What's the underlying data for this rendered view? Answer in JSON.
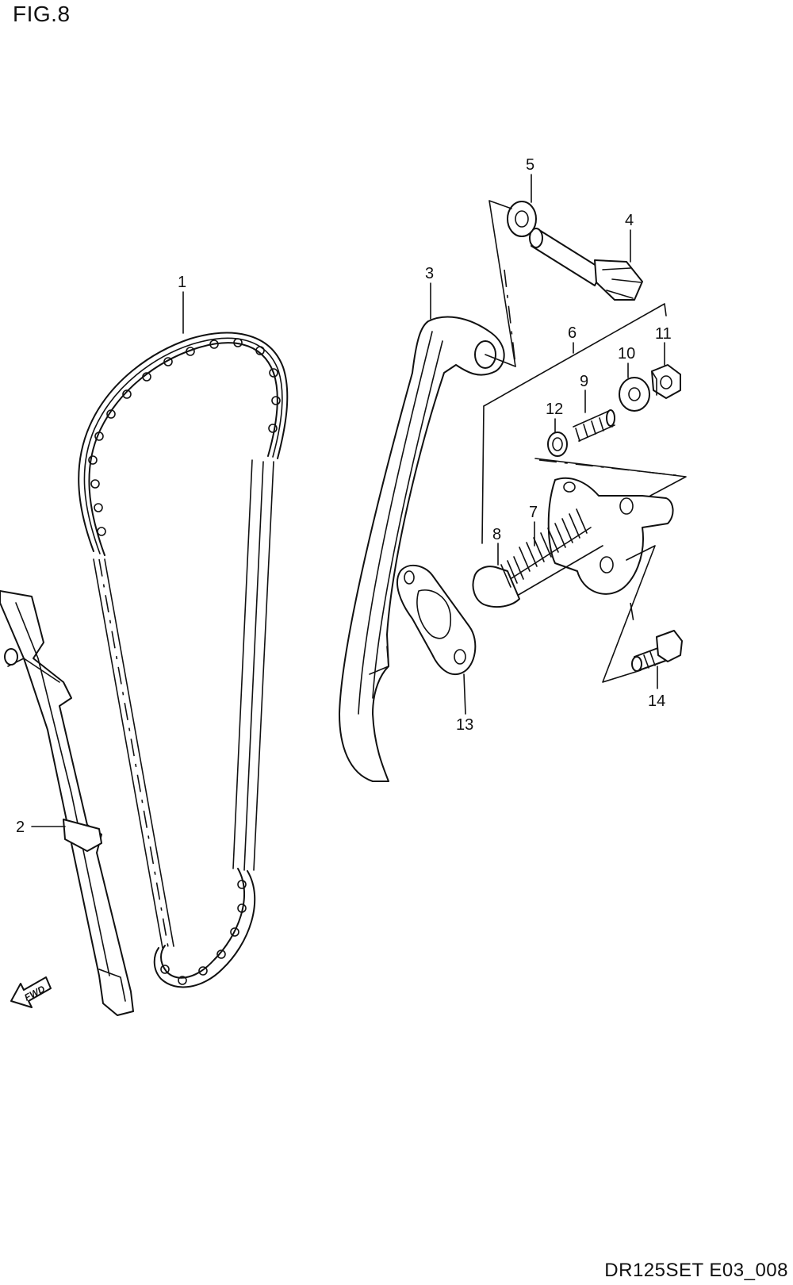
{
  "figure": {
    "title": "FIG.8",
    "drawing_code": "DR125SET E03_008",
    "fwd_label": "FWD"
  },
  "callouts": [
    {
      "id": "1",
      "label": "1"
    },
    {
      "id": "2",
      "label": "2"
    },
    {
      "id": "3",
      "label": "3"
    },
    {
      "id": "4",
      "label": "4"
    },
    {
      "id": "5",
      "label": "5"
    },
    {
      "id": "6",
      "label": "6"
    },
    {
      "id": "7",
      "label": "7"
    },
    {
      "id": "8",
      "label": "8"
    },
    {
      "id": "9",
      "label": "9"
    },
    {
      "id": "10",
      "label": "10"
    },
    {
      "id": "11",
      "label": "11"
    },
    {
      "id": "12",
      "label": "12"
    },
    {
      "id": "13",
      "label": "13"
    },
    {
      "id": "14",
      "label": "14"
    }
  ]
}
